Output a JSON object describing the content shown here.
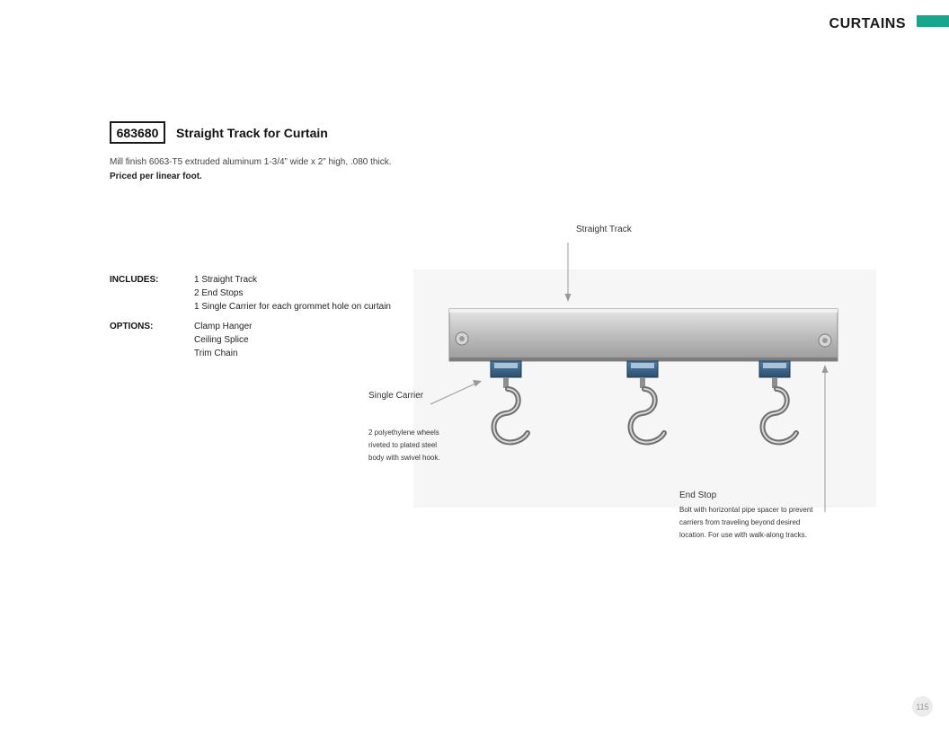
{
  "header": {
    "section_title": "CURTAINS",
    "accent_color": "#1aa58a"
  },
  "product": {
    "sku": "683680",
    "title": "Straight Track for Curtain",
    "description": "Mill finish 6063-T5 extruded aluminum 1-3/4” wide x 2” high, .080 thick.",
    "price_note": "Priced per linear foot."
  },
  "includes": {
    "label": "INCLUDES:",
    "items": [
      "1 Straight Track",
      "2 End Stops",
      "1 Single Carrier for each grommet hole on curtain"
    ]
  },
  "options": {
    "label": "OPTIONS:",
    "items": [
      "Clamp Hanger",
      "Ceiling Splice",
      "Trim Chain"
    ]
  },
  "callouts": {
    "straight_track": "Straight Track",
    "single_carrier": {
      "title": "Single Carrier",
      "lines": [
        "2 polyethylene wheels",
        "riveted to plated steel",
        "body with swivel hook."
      ]
    },
    "end_stop": {
      "title": "End Stop",
      "lines": [
        "Bolt with horizontal pipe spacer to prevent",
        "carriers from traveling beyond desired",
        "location. For use with walk-along tracks."
      ]
    }
  },
  "page_number": "115"
}
